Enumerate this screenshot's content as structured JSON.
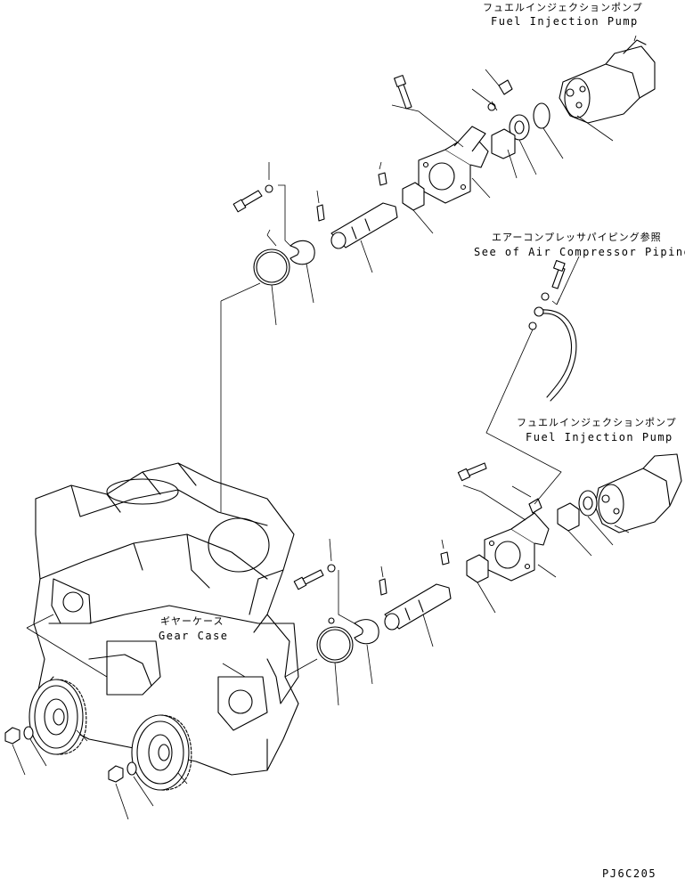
{
  "labels": {
    "pump_top_jp": "フュエルインジェクションポンプ",
    "pump_top_en": "Fuel Injection Pump",
    "aircomp_jp": "エアーコンプレッサパイピング参照",
    "aircomp_en": "See of Air Compressor Piping",
    "pump_mid_jp": "フュエルインジェクションポンプ",
    "pump_mid_en": "Fuel Injection Pump",
    "gearcase_jp": "ギヤーケース",
    "gearcase_en": "Gear Case",
    "drawing_code": "PJ6C205"
  }
}
